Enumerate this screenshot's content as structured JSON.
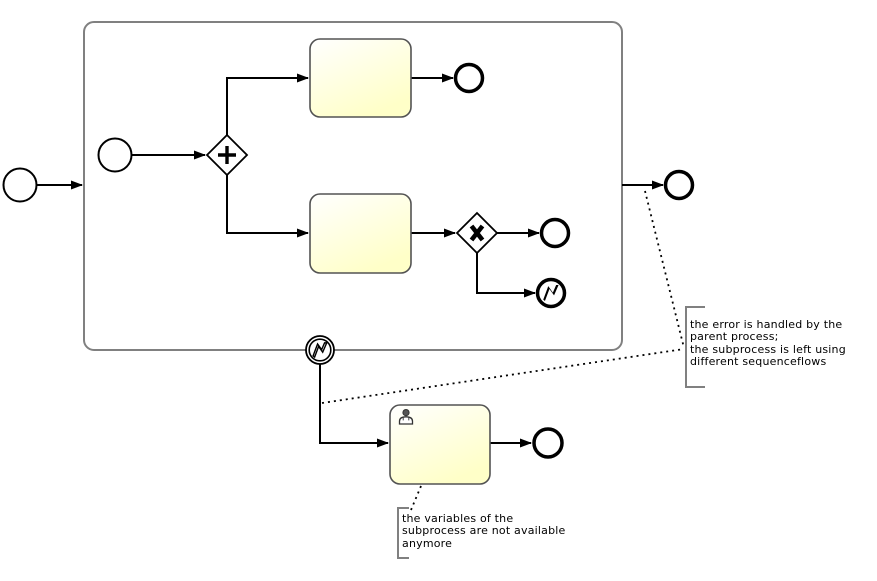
{
  "annotations": {
    "error_note": {
      "lines": [
        "the error is handled by the",
        "parent process;",
        "the subprocess is left using",
        "different sequenceflows"
      ]
    },
    "variables_note": {
      "lines": [
        "the variables of the",
        "subprocess are not available",
        "anymore"
      ]
    }
  },
  "icons": {
    "parallel_gateway": "plus-icon",
    "exclusive_gateway": "x-icon",
    "error_end_event": "lightning-bolt-icon",
    "boundary_error_event": "lightning-bolt-icon",
    "user_task": "person-icon"
  },
  "colors": {
    "background": "#ffffff",
    "flow_line": "#000000",
    "subprocess_border": "#808080",
    "task_border": "#535353",
    "task_fill_start": "#ffffff",
    "task_fill_end": "#ffffc8",
    "annotation_bracket": "#808080",
    "annotation_text": "#000000"
  }
}
